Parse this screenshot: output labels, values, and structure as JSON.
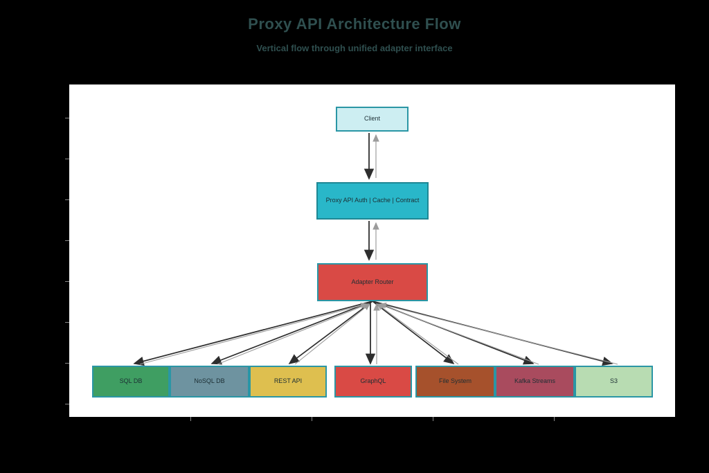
{
  "header": {
    "title": "Proxy API Architecture Flow",
    "subtitle": "Vertical flow through unified adapter interface"
  },
  "nodes": {
    "client": {
      "label": "Client",
      "fill": "#cdeef2",
      "border": "#2a96a5"
    },
    "proxy": {
      "label": "Proxy API Auth | Cache | Contract",
      "fill": "#29b7c9",
      "border": "#1e8794"
    },
    "router": {
      "label": "Adapter Router",
      "fill": "#d94a45",
      "border": "#2a96a5"
    },
    "backend_border": "#2a96a5",
    "backends": [
      {
        "label": "SQL DB",
        "fill": "#3f9e62"
      },
      {
        "label": "NoSQL DB",
        "fill": "#6e93a0"
      },
      {
        "label": "REST API",
        "fill": "#debf4f"
      },
      {
        "label": "GraphQL",
        "fill": "#d94a45"
      },
      {
        "label": "File System",
        "fill": "#a6512c"
      },
      {
        "label": "Kafka Streams",
        "fill": "#a94b5e"
      },
      {
        "label": "S3",
        "fill": "#b8dcb2"
      }
    ]
  },
  "edges": [
    {
      "from": "Client",
      "to": "Proxy API Auth | Cache | Contract",
      "direction": "both"
    },
    {
      "from": "Proxy API Auth | Cache | Contract",
      "to": "Adapter Router",
      "direction": "both"
    },
    {
      "from": "Adapter Router",
      "to": "SQL DB",
      "direction": "both"
    },
    {
      "from": "Adapter Router",
      "to": "NoSQL DB",
      "direction": "both"
    },
    {
      "from": "Adapter Router",
      "to": "REST API",
      "direction": "both"
    },
    {
      "from": "Adapter Router",
      "to": "GraphQL",
      "direction": "both"
    },
    {
      "from": "Adapter Router",
      "to": "File System",
      "direction": "both"
    },
    {
      "from": "Adapter Router",
      "to": "Kafka Streams",
      "direction": "both"
    },
    {
      "from": "Adapter Router",
      "to": "S3",
      "direction": "both"
    }
  ],
  "colors": {
    "background": "#000000",
    "plot_background": "#ffffff",
    "forward_arrow": "#2e2e2e",
    "return_arrow": "#9c9c9c",
    "title_text": "#2f4f4f"
  }
}
